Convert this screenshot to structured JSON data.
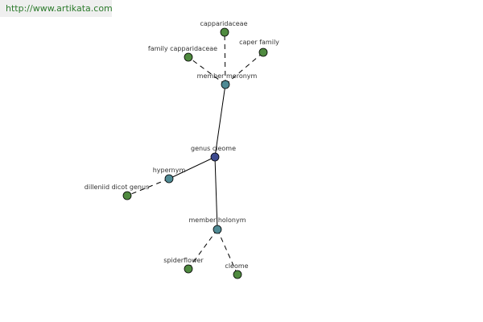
{
  "watermark": {
    "text": "http://www.artikata.com"
  },
  "graph": {
    "colors": {
      "leaf": "#4f8a3f",
      "relation": "#4f8a94",
      "center": "#3d4a8e"
    },
    "nodes": [
      {
        "id": "capparidaceae",
        "label": "capparidaceae",
        "kind": "leaf"
      },
      {
        "id": "family-capparidaceae",
        "label": "family capparidaceae",
        "kind": "leaf"
      },
      {
        "id": "caper-family",
        "label": "caper family",
        "kind": "leaf"
      },
      {
        "id": "member-meronym",
        "label": "member meronym",
        "kind": "relation"
      },
      {
        "id": "genus-cleome",
        "label": "genus cleome",
        "kind": "center"
      },
      {
        "id": "hypernym",
        "label": "hypernym",
        "kind": "relation"
      },
      {
        "id": "dilleniid-dicot-genus",
        "label": "dilleniid dicot genus",
        "kind": "leaf"
      },
      {
        "id": "member-holonym",
        "label": "member holonym",
        "kind": "relation"
      },
      {
        "id": "spiderflower",
        "label": "spiderflower",
        "kind": "leaf"
      },
      {
        "id": "cleome",
        "label": "cleome",
        "kind": "leaf"
      }
    ],
    "edges": [
      {
        "from": "genus-cleome",
        "to": "member-meronym",
        "style": "solid"
      },
      {
        "from": "genus-cleome",
        "to": "hypernym",
        "style": "solid"
      },
      {
        "from": "genus-cleome",
        "to": "member-holonym",
        "style": "solid"
      },
      {
        "from": "member-meronym",
        "to": "capparidaceae",
        "style": "dashed"
      },
      {
        "from": "member-meronym",
        "to": "family-capparidaceae",
        "style": "dashed"
      },
      {
        "from": "member-meronym",
        "to": "caper-family",
        "style": "dashed"
      },
      {
        "from": "hypernym",
        "to": "dilleniid-dicot-genus",
        "style": "dashed"
      },
      {
        "from": "member-holonym",
        "to": "spiderflower",
        "style": "dashed"
      },
      {
        "from": "member-holonym",
        "to": "cleome",
        "style": "dashed"
      }
    ]
  }
}
